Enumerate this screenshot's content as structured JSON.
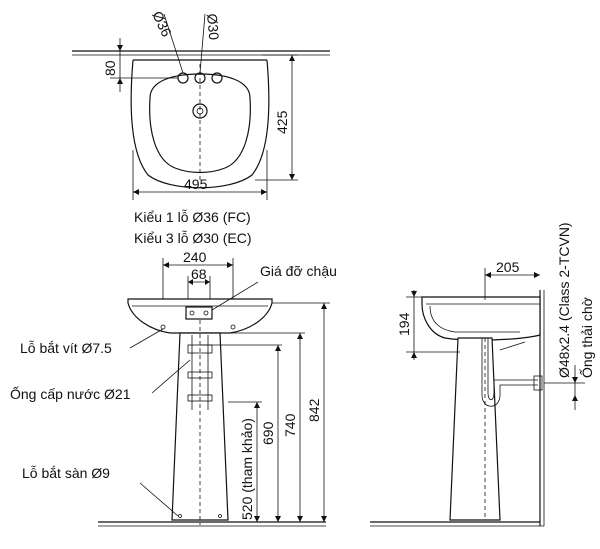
{
  "top_view": {
    "dim_hole_36": "Ø36",
    "dim_hole_30": "Ø30",
    "dim_80": "80",
    "dim_425": "425",
    "dim_495": "495"
  },
  "models": {
    "line1": "Kiểu 1 lỗ Ø36 (FC)",
    "line2": "Kiểu 3 lỗ Ø30 (EC)"
  },
  "front_view": {
    "dim_240": "240",
    "dim_68": "68",
    "bracket_label": "Giá đỡ chậu",
    "screw_hole_label": "Lỗ bắt vít Ø7.5",
    "supply_pipe_label": "Ống cấp nước Ø21",
    "floor_hole_label": "Lỗ bắt sàn Ø9",
    "dim_520": "520 (tham khảo)",
    "dim_690": "690",
    "dim_740": "740",
    "dim_842": "842"
  },
  "side_view": {
    "dim_205": "205",
    "dim_194": "194",
    "pipe_spec": "Ø48x2.4 (Class 2-TCVN)",
    "drain_label": "Ống thải chờ"
  }
}
